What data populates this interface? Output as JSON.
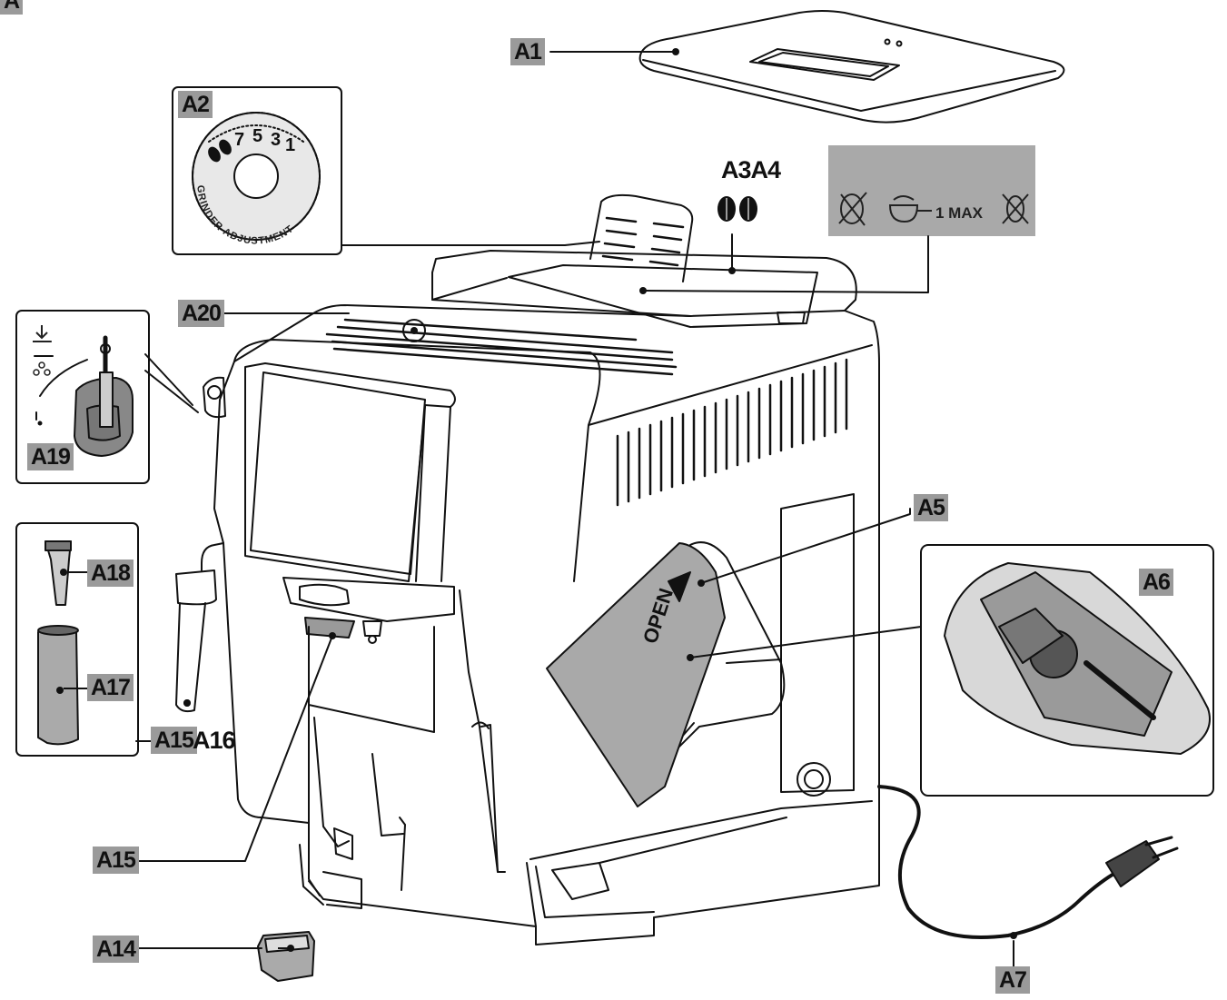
{
  "labels": {
    "a0": "A",
    "a1": "A1",
    "a2": "A2",
    "a3a4": "A3A4",
    "a5": "A5",
    "a6": "A6",
    "a7": "A7",
    "a14": "A14",
    "a15": "A15",
    "a15a16_a": "A15",
    "a15a16_b": "A16",
    "a17": "A17",
    "a18": "A18",
    "a19": "A19",
    "a20": "A20"
  },
  "grinder_dial": {
    "numbers": [
      "7",
      "5",
      "3",
      "1"
    ],
    "caption": "GRINDER ADJUSTMENT"
  },
  "bean_panel": {
    "max_text": "1 MAX"
  },
  "drip_tray_plate": {
    "text": "OPEN"
  },
  "colors": {
    "label_bg": "#9a9a9a",
    "line": "#111111",
    "panel_bg": "#a9a9a9"
  }
}
